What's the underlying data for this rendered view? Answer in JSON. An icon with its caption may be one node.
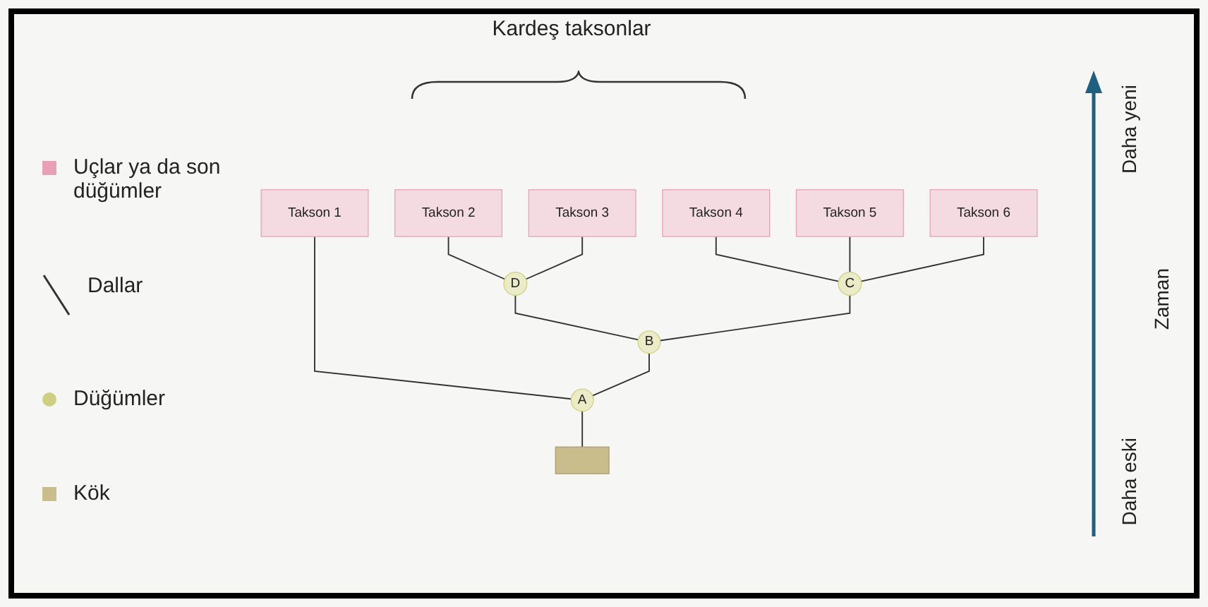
{
  "diagram": {
    "nodes": [
      {
        "text": [
          "Takson 1"
        ]
      },
      {
        "text": [
          "Takson 2"
        ]
      },
      {
        "text": [
          "Takson 3"
        ]
      },
      {
        "text": [
          "Takson 4"
        ]
      },
      {
        "text": [
          "Takson 5"
        ]
      },
      {
        "text": [
          "Takson 6"
        ]
      },
      {
        "text": [
          "D"
        ]
      },
      {
        "text": [
          "C"
        ]
      },
      {
        "text": [
          "B"
        ]
      },
      {
        "text": [
          "A"
        ]
      },
      {
        "text": [],
        "shape": "box"
      }
    ],
    "edges": [
      {
        "from": 10,
        "to": 9,
        "arrow": "none"
      },
      {
        "from": 9,
        "to": 0,
        "arrow": "none"
      },
      {
        "from": 9,
        "to": 8,
        "arrow": "none"
      },
      {
        "from": 8,
        "to": 6,
        "arrow": "none"
      },
      {
        "from": 8,
        "to": 7,
        "arrow": "none"
      },
      {
        "from": 6,
        "to": 1,
        "arrow": "none"
      },
      {
        "from": 6,
        "to": 2,
        "arrow": "none"
      },
      {
        "from": 7,
        "to": 3,
        "arrow": "none"
      },
      {
        "from": 7,
        "to": 4,
        "arrow": "none"
      },
      {
        "from": 7,
        "to": 5,
        "arrow": "none"
      }
    ],
    "labels": [
      "Kardeş taksonlar",
      "Daha yeni",
      "Zaman",
      "Daha eski"
    ],
    "legend": [
      {
        "text": "Uçlar ya da son düğümler",
        "color": "#e8a0b4"
      },
      {
        "text": "Dallar"
      },
      {
        "text": "Düğümler",
        "color": "#cfcf80"
      },
      {
        "text": "Kök",
        "color": "#c9bd8c"
      }
    ]
  }
}
